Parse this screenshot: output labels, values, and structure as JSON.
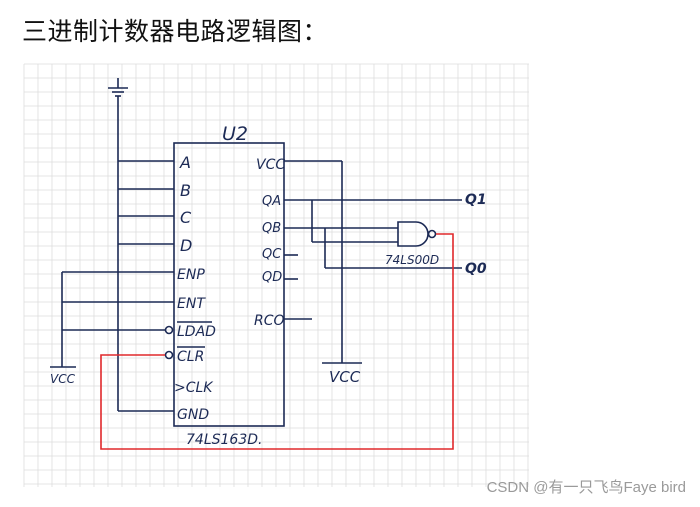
{
  "title": "三进制计数器电路逻辑图：",
  "watermark": "CSDN @有一只飞鸟Faye bird",
  "chip": {
    "name": "U2",
    "part": "74LS163D.",
    "left_pins": [
      "A",
      "B",
      "C",
      "D",
      "ENP",
      "ENT",
      "LDAD",
      "CLR",
      ">CLK",
      "GND"
    ],
    "right_pins": [
      "VCC",
      "QA",
      "QB",
      "QC",
      "QD",
      "RCO"
    ]
  },
  "gate": {
    "part": "74LS00D"
  },
  "outputs": [
    "Q1",
    "Q0"
  ],
  "supply_left": "VCC",
  "supply_right": "VCC",
  "colors": {
    "wire": "#1c2a55",
    "feedback": "#e0282b",
    "grid": "#dddddd"
  }
}
